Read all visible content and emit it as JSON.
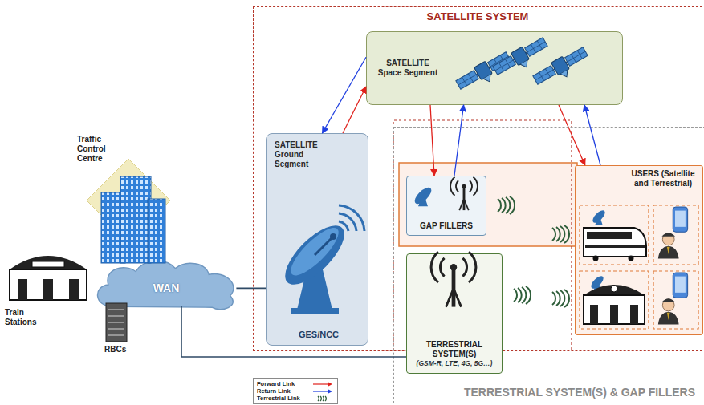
{
  "diagram": {
    "nodes": [
      {
        "text": [
          "SATELLITE SYSTEM"
        ]
      },
      {
        "text": [
          "SATELLITE Space Segment"
        ],
        "in": 0
      },
      {
        "text": [
          "SATELLITE Ground Segment",
          "GES/NCC"
        ],
        "in": 0
      },
      {
        "text": [
          "TERRESTRIAL SYSTEM(S) & GAP FILLERS"
        ]
      },
      {
        "text": [
          "GAP FILLERS"
        ],
        "in": 3
      },
      {
        "text": [
          "USERS (Satellite and Terrestrial)"
        ],
        "in": 3
      },
      {
        "text": [
          "TERRESTRIAL SYSTEM(S)",
          "(GSM-R, LTE, 4G, 5G…)"
        ],
        "in": 3
      },
      {
        "text": [
          "WAN"
        ]
      }
    ],
    "edges": [
      {
        "from": 2,
        "to": 1,
        "arrow": "to"
      },
      {
        "from": 1,
        "to": 2,
        "arrow": "to"
      },
      {
        "from": 1,
        "to": 4,
        "arrow": "to"
      },
      {
        "from": 4,
        "to": 1,
        "arrow": "to"
      },
      {
        "from": 1,
        "to": 5,
        "arrow": "to"
      },
      {
        "from": 5,
        "to": 1,
        "arrow": "to"
      },
      {
        "from": 7,
        "to": 2,
        "arrow": "none"
      },
      {
        "from": 7,
        "to": 6,
        "arrow": "none"
      }
    ],
    "labels": [
      "Traffic Control Centre",
      "Train Stations",
      "RBCs"
    ],
    "legend": [
      {
        "text": "Forward Link"
      },
      {
        "text": "Return Link"
      },
      {
        "text": "Terrestrial Link"
      }
    ]
  }
}
